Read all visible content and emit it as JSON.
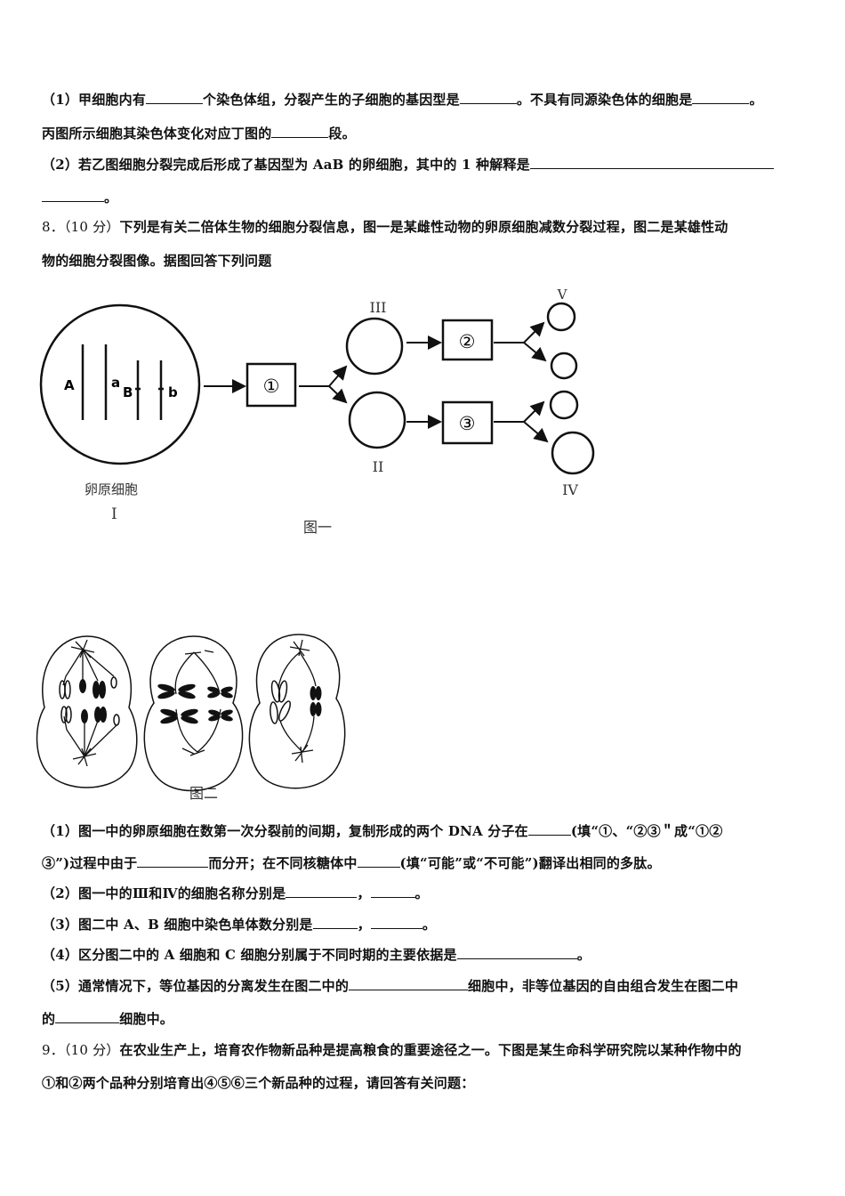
{
  "q7": {
    "p1_line1_a": "（1）甲细胞内有",
    "p1_line1_b": "个染色体组，分裂产生的子细胞的基因型是",
    "p1_line1_c": "。不具有同源染色体的细胞是",
    "p1_line1_d": "。",
    "p1_line2_a": "丙图所示细胞其染色体变化对应丁图的",
    "p1_line2_b": "段。",
    "p2_line1": "（2）若乙图细胞分裂完成后形成了基因型为 AaB 的卵细胞，其中的 1 种解释是",
    "p2_line2_end": "。"
  },
  "q8": {
    "number": "8．（10 分）",
    "intro_line1": "下列是有关二倍体生物的细胞分裂信息，图一是某雌性动物的卵原细胞减数分裂过程，图二是某雄性动",
    "intro_line2": "物的细胞分裂图像。据图回答下列问题",
    "figure1": {
      "caption": "图一",
      "oogonium_label": "卵原细胞",
      "roman_I": "I",
      "roman_II": "II",
      "roman_III": "III",
      "roman_IV": "IV",
      "roman_V": "V",
      "step1": "①",
      "step2": "②",
      "step3": "③",
      "genes": [
        "A",
        "a",
        "B",
        "b"
      ]
    },
    "figure2": {
      "caption": "图二"
    },
    "q1_line1_a": "（1）图一中的卵原细胞在数第一次分裂前的间期，复制形成的两个 DNA 分子在",
    "q1_line1_b": "(填“①、“②③＂成“①②",
    "q1_line2_a": "③”)过程中由于",
    "q1_line2_b": "而分开；在不同核糖体中",
    "q1_line2_c": "(填“可能”或“不可能”)翻译出相同的多肽。",
    "q2_a": "（2）图一中的Ⅲ和Ⅳ的细胞名称分别是",
    "q2_b": "，",
    "q2_c": "。",
    "q3_a": "（3）图二中 A、B 细胞中染色单体数分别是",
    "q3_b": "，",
    "q3_c": "。",
    "q4_a": "（4）区分图二中的 A 细胞和 C 细胞分别属于不同时期的主要依据是",
    "q4_b": "。",
    "q5_line1_a": "（5）通常情况下，等位基因的分离发生在图二中的",
    "q5_line1_b": "细胞中，非等位基因的自由组合发生在图二中",
    "q5_line2_a": "的",
    "q5_line2_b": "细胞中。"
  },
  "q9": {
    "number": "9．（10 分）",
    "intro_line1": "在农业生产上，培育农作物新品种是提高粮食的重要途径之一。下图是某生命科学研究院以某种作物中的",
    "intro_line2": "①和②两个品种分别培育出④⑤⑥三个新品种的过程，请回答有关问题："
  }
}
